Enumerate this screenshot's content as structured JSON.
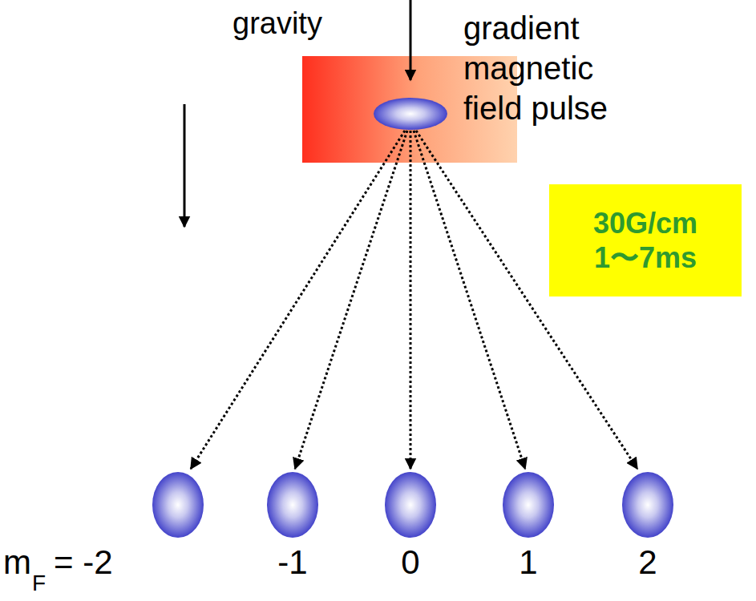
{
  "diagram": {
    "nodes": [
      {
        "text": [
          "30G/cm",
          "1〜7ms"
        ]
      }
    ],
    "labels": [
      "gravity",
      "gradient magnetic field pulse",
      "m",
      "F",
      "= -2",
      "-1",
      "0",
      "1",
      "2"
    ]
  }
}
